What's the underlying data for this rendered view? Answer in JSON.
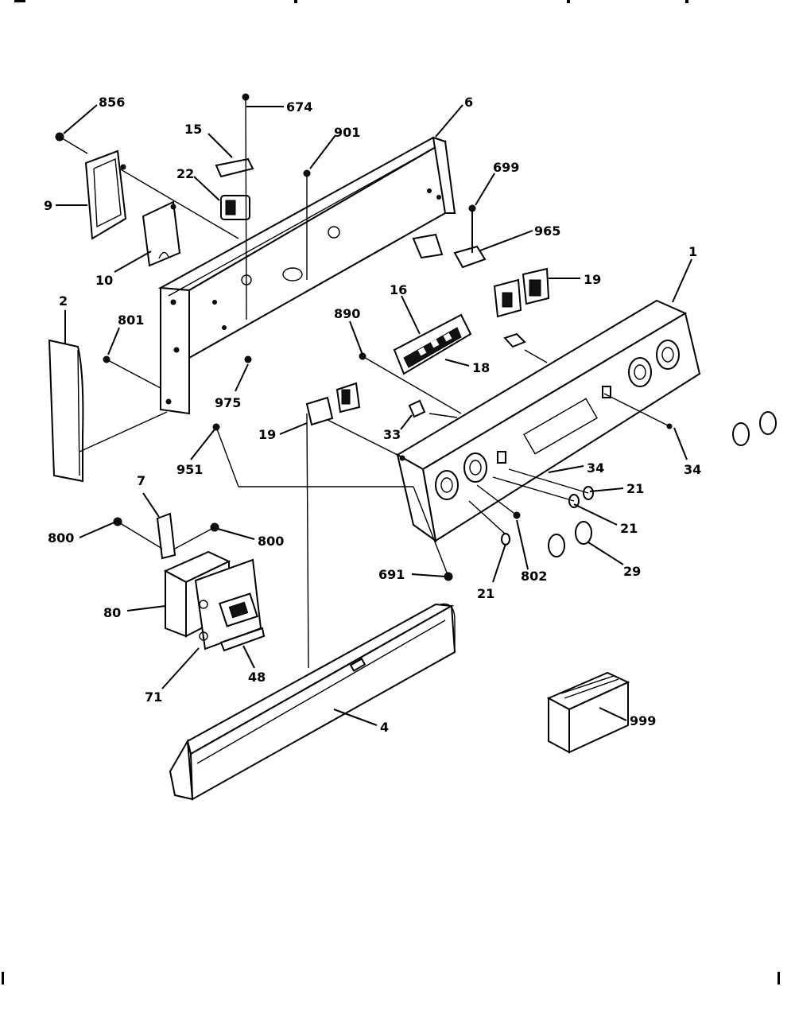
{
  "diagram": {
    "labels": {
      "l856": "856",
      "l674": "674",
      "l15": "15",
      "l901": "901",
      "l6": "6",
      "l699": "699",
      "l22": "22",
      "l9": "9",
      "l965": "965",
      "l10": "10",
      "l1": "1",
      "l19a": "19",
      "l2": "2",
      "l801": "801",
      "l16": "16",
      "l890": "890",
      "l18": "18",
      "l975": "975",
      "l19b": "19",
      "l33": "33",
      "l34a": "34",
      "l34b": "34",
      "l951": "951",
      "l21a": "21",
      "l21b": "21",
      "l7": "7",
      "l800a": "800",
      "l800b": "800",
      "l29": "29",
      "l691": "691",
      "l21c": "21",
      "l802": "802",
      "l80": "80",
      "l48": "48",
      "l71": "71",
      "l4": "4",
      "l999": "999"
    }
  }
}
